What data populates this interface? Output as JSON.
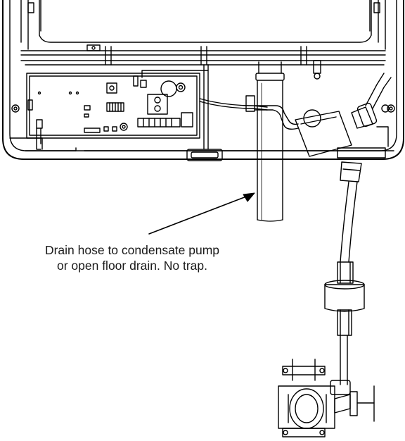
{
  "annotation": {
    "line1": "Drain hose to condensate pump",
    "line2": "or open floor drain. No trap."
  },
  "colors": {
    "stroke": "#000000",
    "background": "#ffffff",
    "text": "#1a1a1a"
  },
  "icons": [
    "humidifier-housing",
    "control-board-icon",
    "drain-hose",
    "valve-assembly-icon",
    "saddle-clamp-icon"
  ]
}
